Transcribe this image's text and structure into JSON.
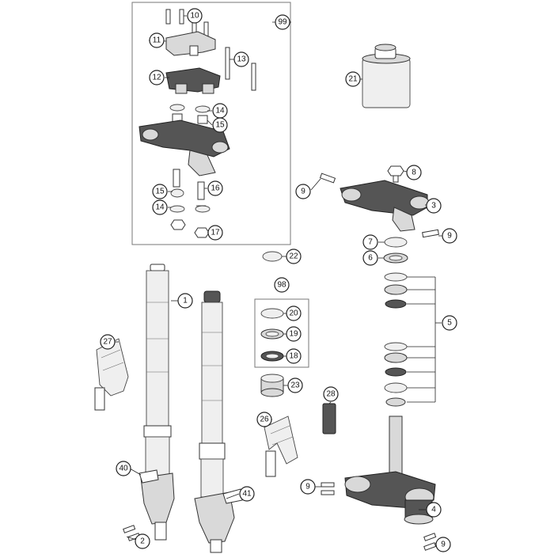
{
  "callouts": [
    {
      "id": "c1",
      "label": "1"
    },
    {
      "id": "c2",
      "label": "2"
    },
    {
      "id": "c3",
      "label": "3"
    },
    {
      "id": "c4",
      "label": "4"
    },
    {
      "id": "c5",
      "label": "5"
    },
    {
      "id": "c6",
      "label": "6"
    },
    {
      "id": "c7",
      "label": "7"
    },
    {
      "id": "c8",
      "label": "8"
    },
    {
      "id": "c9a",
      "label": "9"
    },
    {
      "id": "c9b",
      "label": "9"
    },
    {
      "id": "c9c",
      "label": "9"
    },
    {
      "id": "c9d",
      "label": "9"
    },
    {
      "id": "c10",
      "label": "10"
    },
    {
      "id": "c11",
      "label": "11"
    },
    {
      "id": "c12",
      "label": "12"
    },
    {
      "id": "c13",
      "label": "13"
    },
    {
      "id": "c14a",
      "label": "14"
    },
    {
      "id": "c14b",
      "label": "14"
    },
    {
      "id": "c15a",
      "label": "15"
    },
    {
      "id": "c15b",
      "label": "15"
    },
    {
      "id": "c16",
      "label": "16"
    },
    {
      "id": "c17",
      "label": "17"
    },
    {
      "id": "c18",
      "label": "18"
    },
    {
      "id": "c19",
      "label": "19"
    },
    {
      "id": "c20",
      "label": "20"
    },
    {
      "id": "c21",
      "label": "21"
    },
    {
      "id": "c22",
      "label": "22"
    },
    {
      "id": "c23",
      "label": "23"
    },
    {
      "id": "c26",
      "label": "26"
    },
    {
      "id": "c27",
      "label": "27"
    },
    {
      "id": "c28",
      "label": "28"
    },
    {
      "id": "c40",
      "label": "40"
    },
    {
      "id": "c41",
      "label": "41"
    },
    {
      "id": "c98",
      "label": "98"
    },
    {
      "id": "c99",
      "label": "99"
    }
  ],
  "colors": {
    "outline": "#333333",
    "shade": "#d9d9d9",
    "dark": "#555555",
    "background": "#ffffff"
  }
}
